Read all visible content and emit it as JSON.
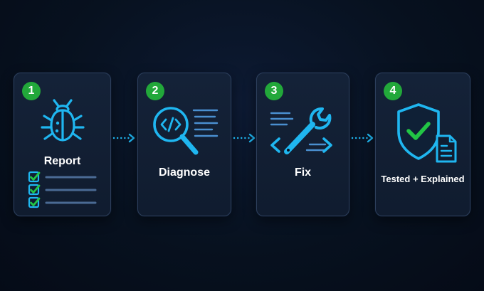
{
  "steps": [
    {
      "number": "1",
      "label": "Report"
    },
    {
      "number": "2",
      "label": "Diagnose"
    },
    {
      "number": "3",
      "label": "Fix"
    },
    {
      "number": "4",
      "label": "Tested + Explained"
    }
  ],
  "colors": {
    "accent": "#1fb6f0",
    "badge": "#22a83a",
    "check": "#22c545",
    "card_border": "#2d3f5c",
    "list_line": "#4a6a94"
  },
  "icons": [
    "bug-icon",
    "magnifier-code-icon",
    "wrench-code-icon",
    "shield-check-icon"
  ]
}
